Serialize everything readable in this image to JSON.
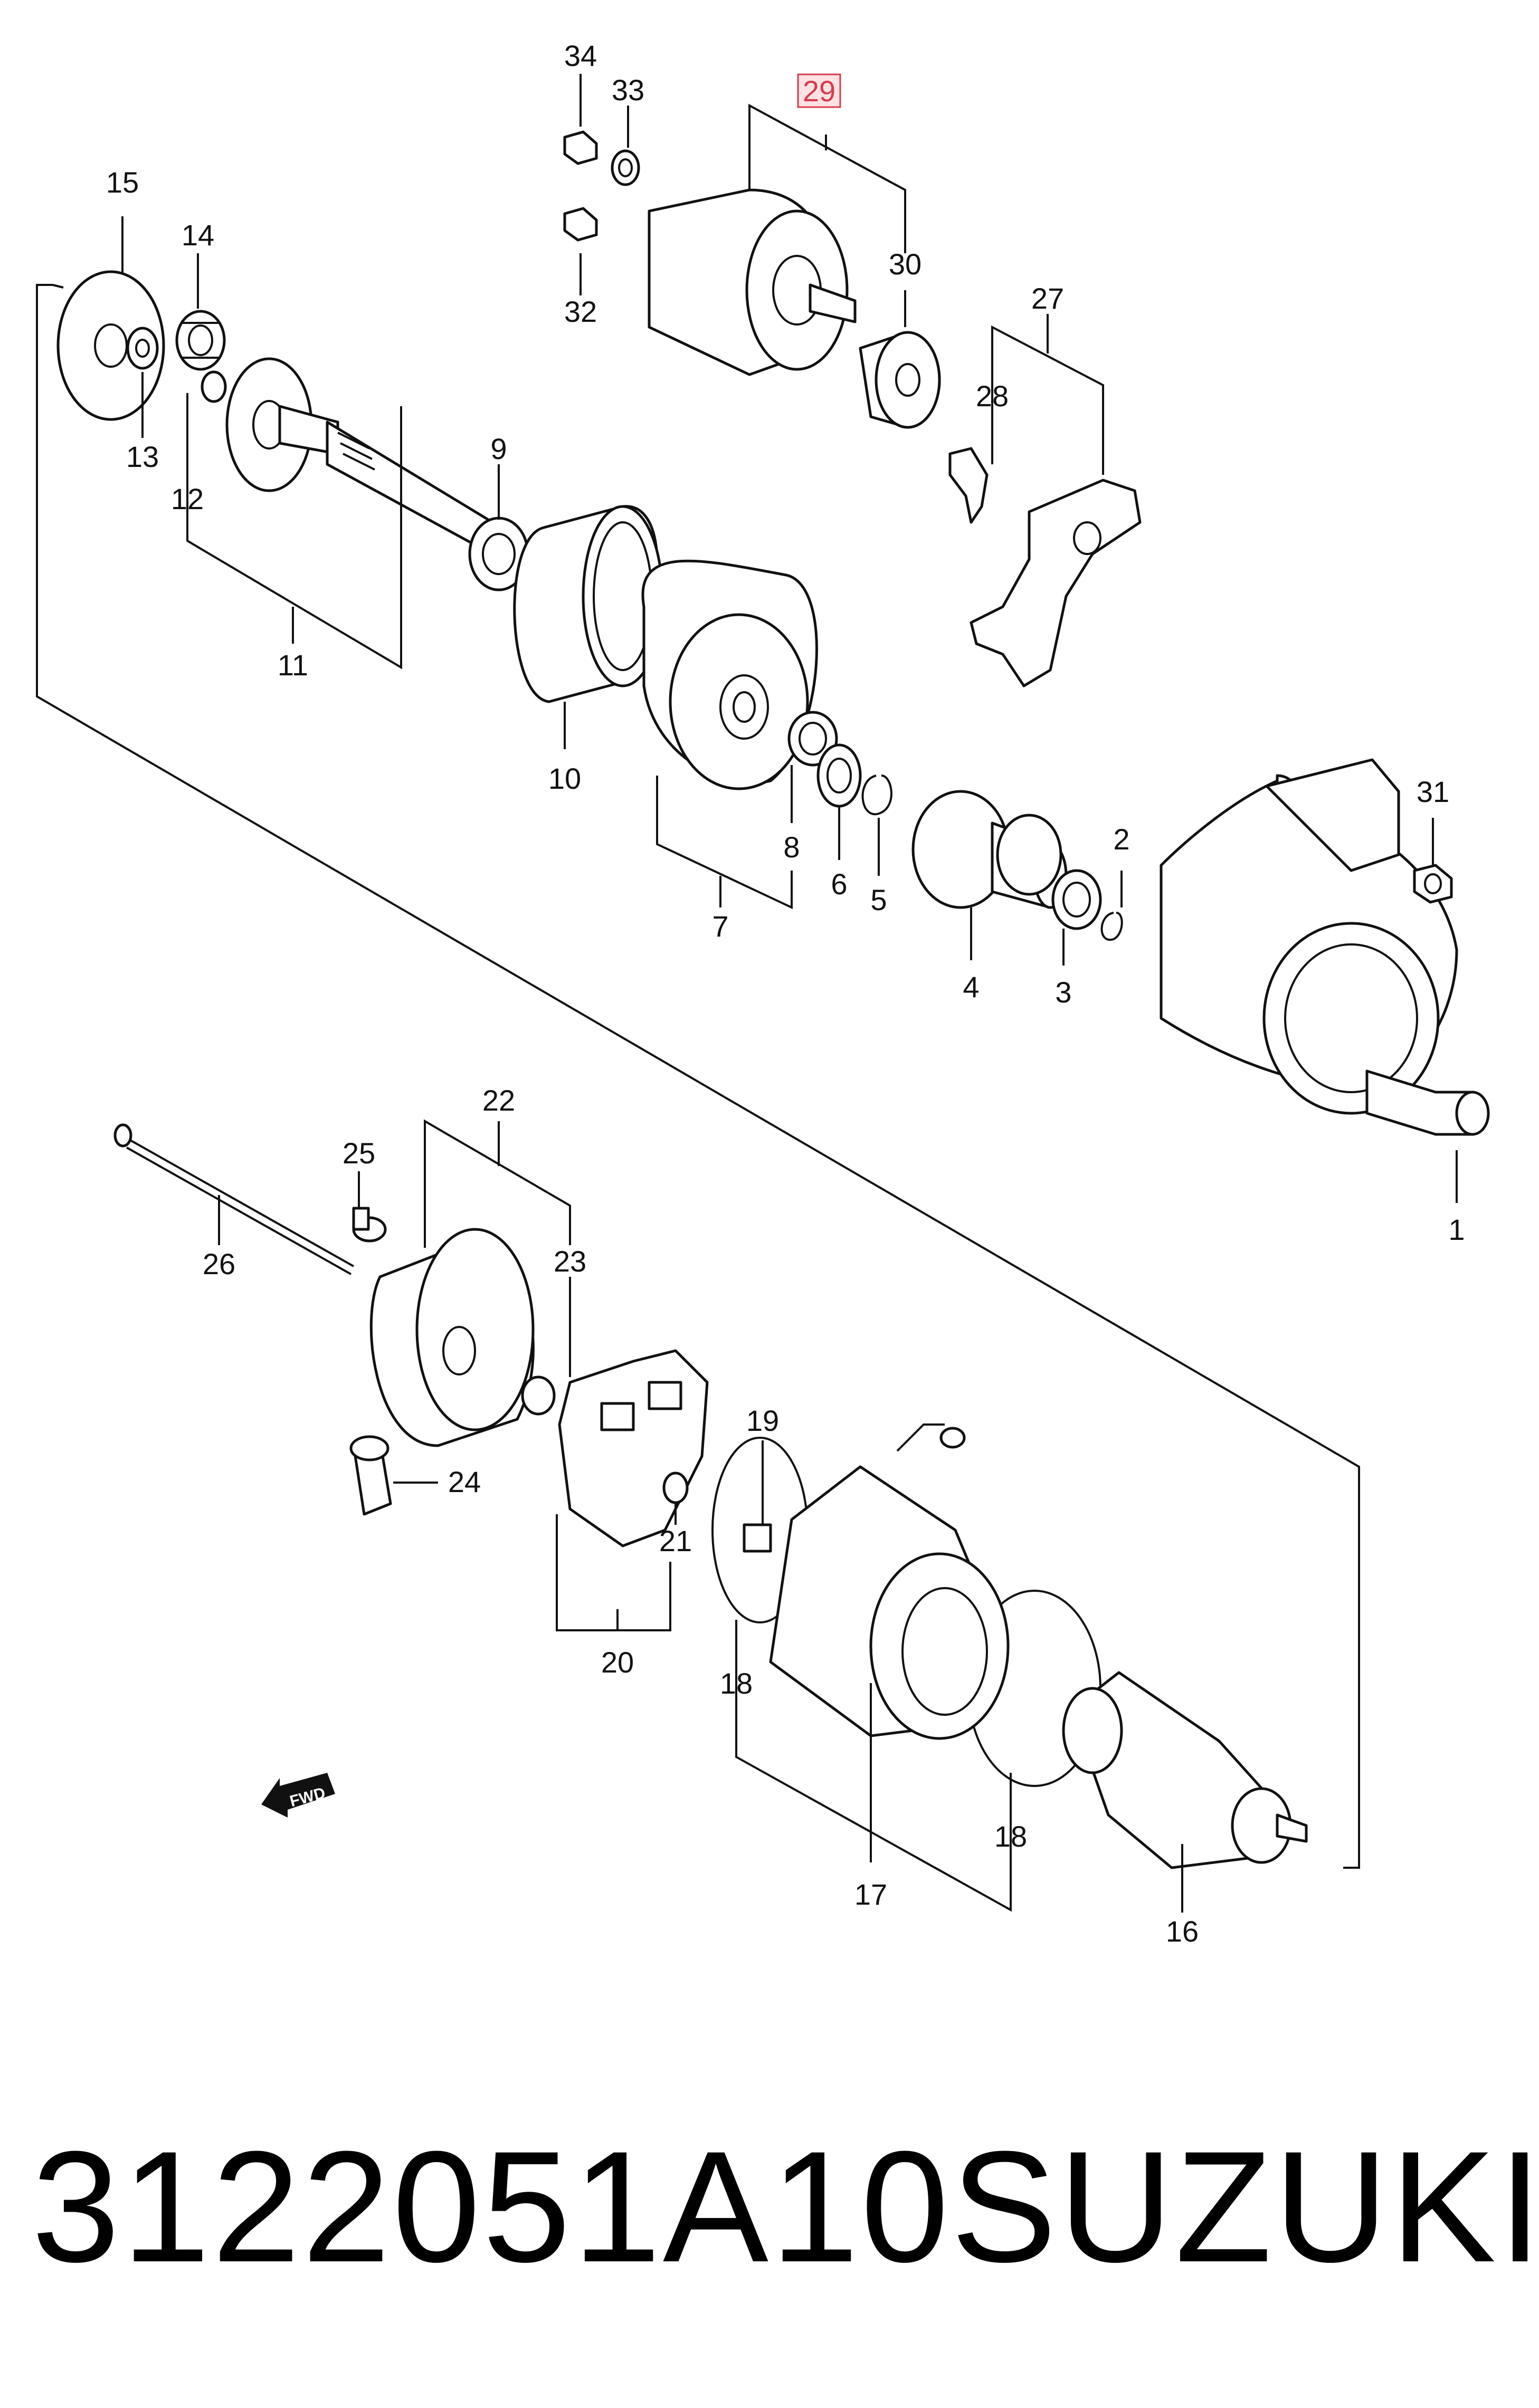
{
  "diagram": {
    "highlight_color": "#d43c4c",
    "labels": {
      "p1": "1",
      "p2": "2",
      "p3": "3",
      "p4": "4",
      "p5": "5",
      "p6": "6",
      "p7": "7",
      "p8": "8",
      "p9": "9",
      "p10": "10",
      "p11": "11",
      "p12": "12",
      "p13": "13",
      "p14": "14",
      "p15": "15",
      "p16": "16",
      "p17": "17",
      "p18a": "18",
      "p18b": "18",
      "p19": "19",
      "p20": "20",
      "p21": "21",
      "p22": "22",
      "p23": "23",
      "p24": "24",
      "p25": "25",
      "p26": "26",
      "p27": "27",
      "p28": "28",
      "p29": "29",
      "p30": "30",
      "p31": "31",
      "p32": "32",
      "p33": "33",
      "p34": "34"
    },
    "direction_mark": "FWD"
  },
  "footer": {
    "part_number": "3122051A10",
    "brand": "SUZUKI"
  }
}
